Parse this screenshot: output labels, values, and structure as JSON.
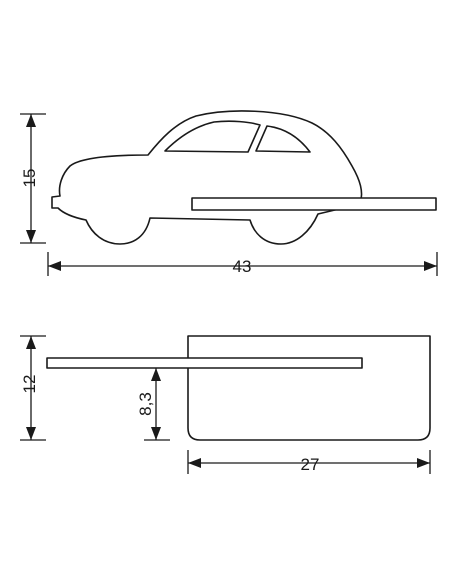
{
  "top_view": {
    "height_label": "15",
    "width_label": "43"
  },
  "bottom_view": {
    "height_label": "12",
    "shelf_height_label": "8,3",
    "depth_label": "27"
  },
  "colors": {
    "line": "#1a1a1a",
    "background": "#ffffff"
  }
}
